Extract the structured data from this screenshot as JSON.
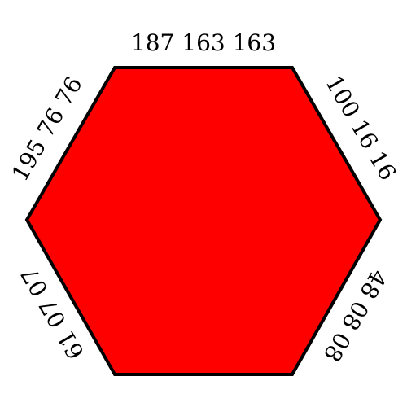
{
  "hexagon": {
    "fill_color": "#ff0000",
    "stroke_color": "#000000"
  },
  "edges": {
    "top": "187 163 163",
    "top_right": "100 16 16",
    "bottom_right": "48 08 08",
    "bottom": "",
    "bottom_left": "61 07 07",
    "top_left": "195 76 76"
  }
}
